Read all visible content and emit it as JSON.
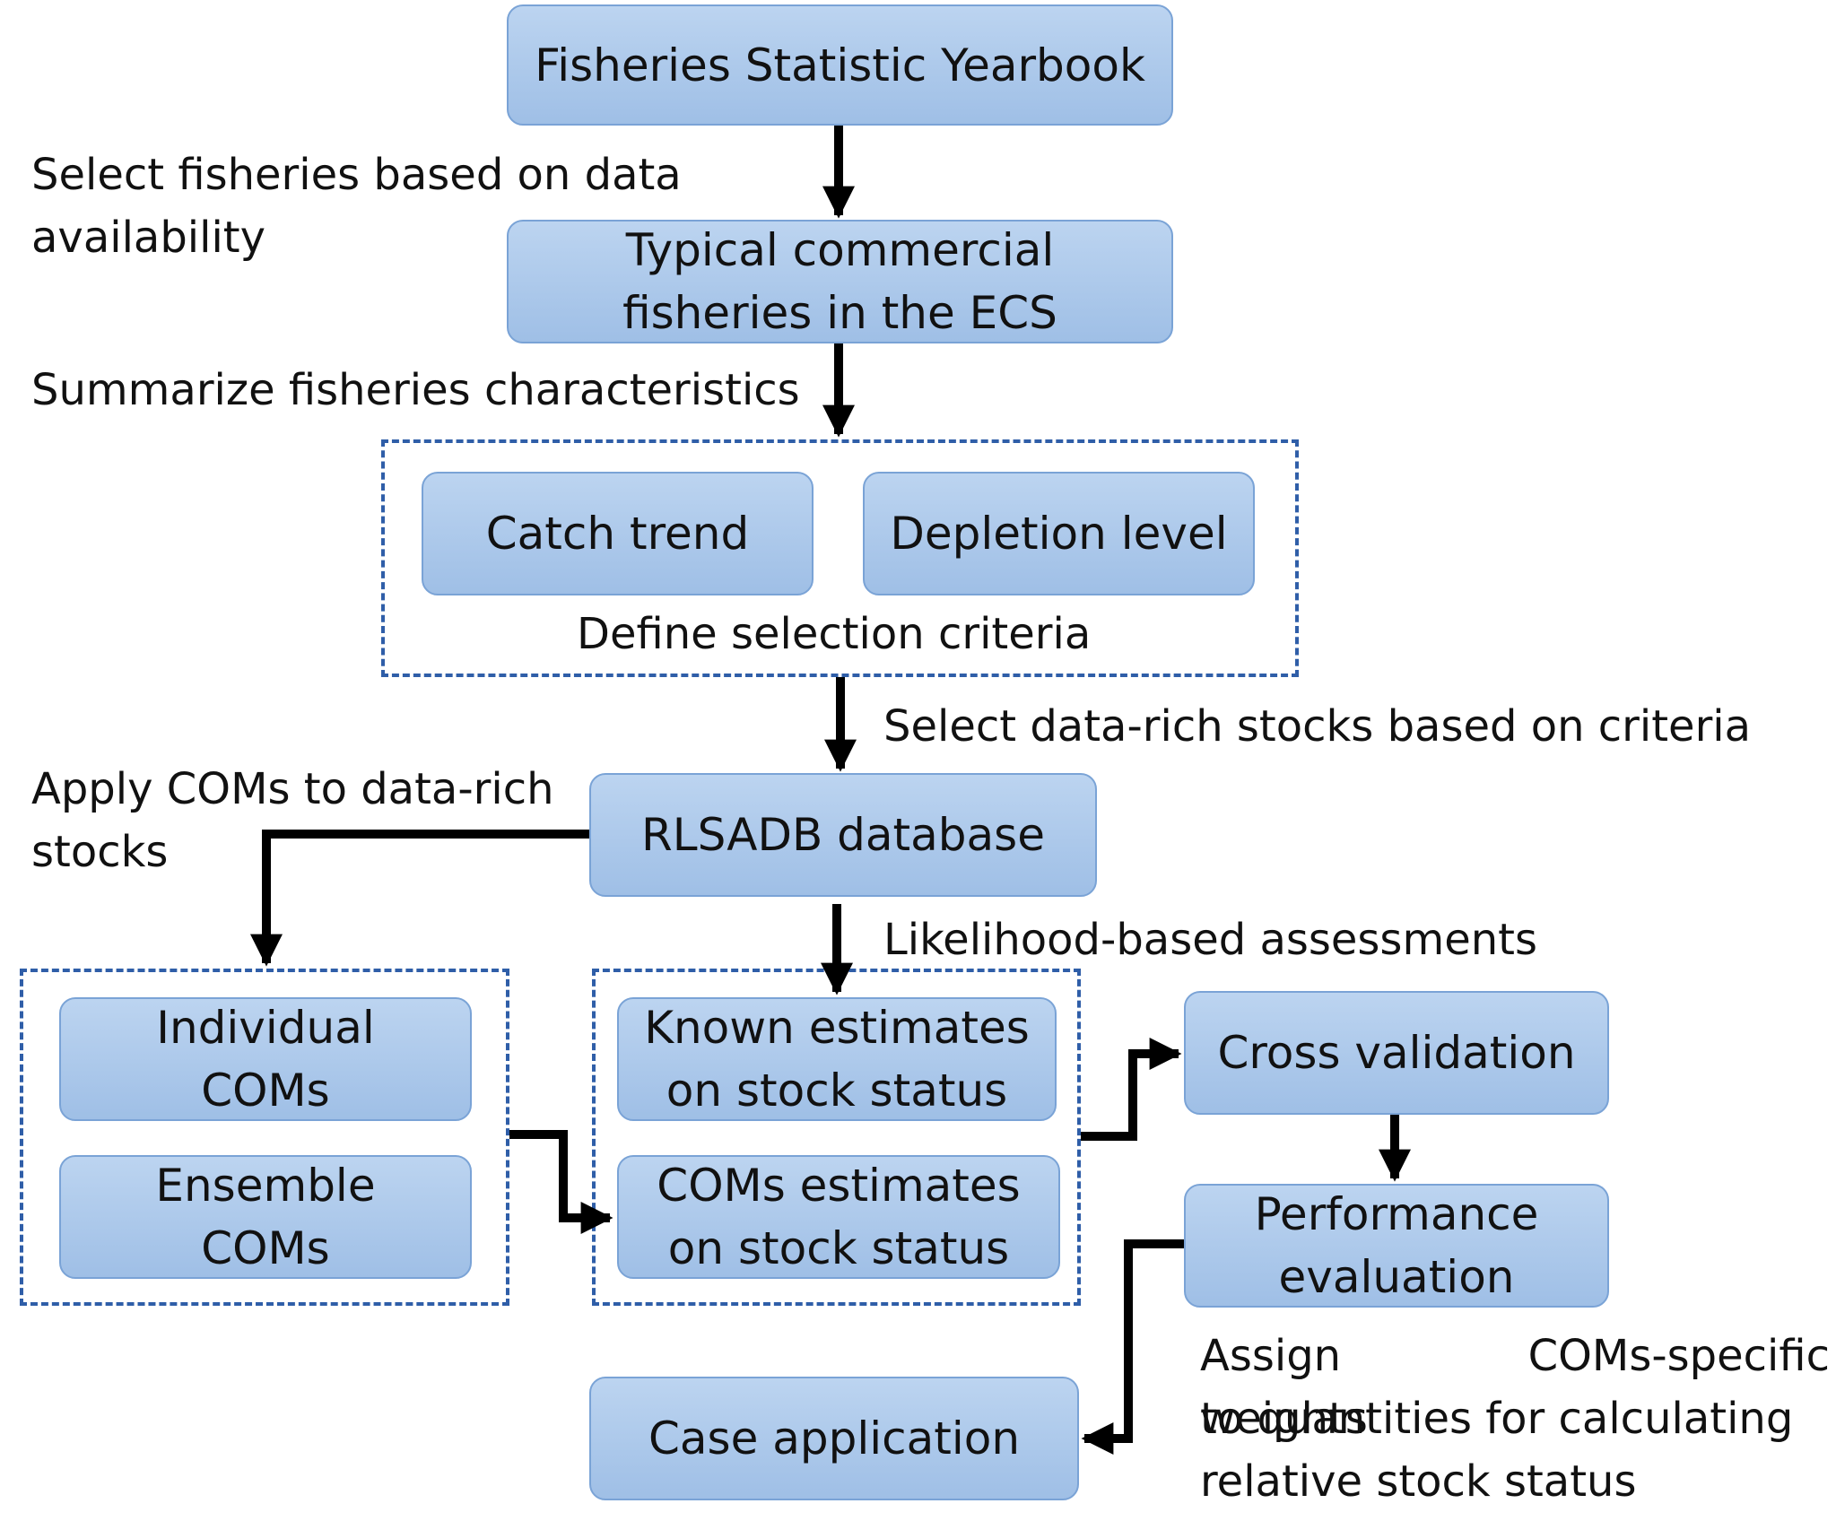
{
  "boxes": {
    "yearbook": "Fisheries Statistic Yearbook",
    "typical_line1": "Typical commercial",
    "typical_line2": "fisheries in the ECS",
    "catch_trend": "Catch trend",
    "depletion_level": "Depletion level",
    "rlsadb": "RLSADB database",
    "individual_line1": "Individual",
    "individual_line2": "COMs",
    "ensemble_line1": "Ensemble",
    "ensemble_line2": "COMs",
    "known_line1": "Known estimates",
    "known_line2": "on stock status",
    "coms_est_line1": "COMs estimates",
    "coms_est_line2": "on stock status",
    "cross_validation": "Cross validation",
    "performance_line1": "Performance",
    "performance_line2": "evaluation",
    "case_application": "Case application"
  },
  "labels": {
    "select_fisheries_line1": "Select fisheries based on data",
    "select_fisheries_line2": "availability",
    "summarize": "Summarize fisheries characteristics",
    "define_criteria": "Define selection criteria",
    "select_stocks": "Select data-rich stocks based on criteria",
    "apply_coms_line1": "Apply COMs to data-rich",
    "apply_coms_line2": "stocks",
    "likelihood": "Likelihood-based assessments",
    "assign_line1": "Assign COMs-specific weights",
    "assign_line2": "to quantities for calculating",
    "assign_line3": "relative stock status"
  },
  "colors": {
    "box_fill": "#a8c6ec",
    "box_border": "#7aa3d6",
    "dashed_border": "#2f5ea8",
    "arrow": "#000000"
  }
}
